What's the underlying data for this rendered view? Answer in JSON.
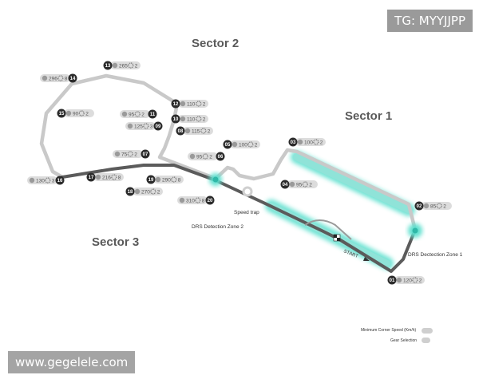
{
  "watermarks": {
    "top_right": "TG: MYYJJPP",
    "bottom_left": "www.gegelele.com"
  },
  "sectors": {
    "s1": "Sector 1",
    "s2": "Sector 2",
    "s3": "Sector 3"
  },
  "labels": {
    "drs2": "DRS Detection Zone 2",
    "speed_trap": "Speed trap",
    "drs1": "DRS Dectection Zone 1",
    "start": "START"
  },
  "legend": {
    "speed": "Minimum Corner Speed (Km/h)",
    "gear": "Gear Selection"
  },
  "corners": [
    {
      "num": "01",
      "speed": "120",
      "gear": "2"
    },
    {
      "num": "02",
      "speed": "85",
      "gear": "2"
    },
    {
      "num": "03",
      "speed": "100",
      "gear": "2"
    },
    {
      "num": "04",
      "speed": "95",
      "gear": "2"
    },
    {
      "num": "05",
      "speed": "100",
      "gear": "2"
    },
    {
      "num": "06",
      "speed": "95",
      "gear": "2"
    },
    {
      "num": "07",
      "speed": "75",
      "gear": "2"
    },
    {
      "num": "08",
      "speed": "115",
      "gear": "2"
    },
    {
      "num": "09",
      "speed": "125",
      "gear": "3"
    },
    {
      "num": "10",
      "speed": "110",
      "gear": "2"
    },
    {
      "num": "11",
      "speed": "95",
      "gear": "2"
    },
    {
      "num": "12",
      "speed": "110",
      "gear": "2"
    },
    {
      "num": "13",
      "speed": "265",
      "gear": "2"
    },
    {
      "num": "14",
      "speed": "296",
      "gear": "8"
    },
    {
      "num": "15",
      "speed": "90",
      "gear": "2"
    },
    {
      "num": "16",
      "speed": "130",
      "gear": "3"
    },
    {
      "num": "17",
      "speed": "216",
      "gear": "8"
    },
    {
      "num": "18",
      "speed": "270",
      "gear": "2"
    },
    {
      "num": "19",
      "speed": "290",
      "gear": "8"
    },
    {
      "num": "20",
      "speed": "310",
      "gear": "8"
    }
  ]
}
